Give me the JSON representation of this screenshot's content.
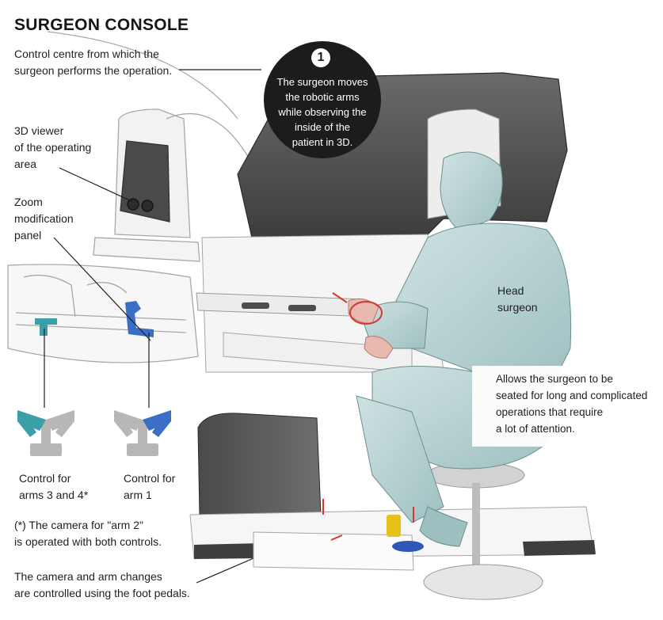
{
  "title": "SURGEON CONSOLE",
  "subtitle": "Control centre from which the\nsurgeon performs the operation.",
  "step": {
    "number": "1",
    "text": "The surgeon moves\nthe robotic arms\nwhile observing the\ninside of the\npatient in 3D."
  },
  "labels": {
    "viewer": "3D viewer\nof the operating\narea",
    "zoom": "Zoom\nmodification\npanel",
    "head_surgeon": "Head\nsurgeon",
    "seat_note": "Allows the surgeon to be\nseated for long and complicated\noperations that require\na lot of attention.",
    "control_left": "Control for\narms 3 and 4*",
    "control_right": "Control for\narm 1",
    "camera_note": "(*) The camera for \"arm 2\"\nis operated with both controls.",
    "pedals_note": "The camera and arm changes\nare controlled using the foot pedals."
  },
  "colors": {
    "control_left": "#3b9fa8",
    "control_right": "#3b6fc6",
    "motion_arrows": "#d23a2e",
    "scrubs": "#b9d3d3",
    "console_dark": "#575757",
    "pedal_yellow": "#e7c21a",
    "pedal_blue": "#2f57b8"
  }
}
